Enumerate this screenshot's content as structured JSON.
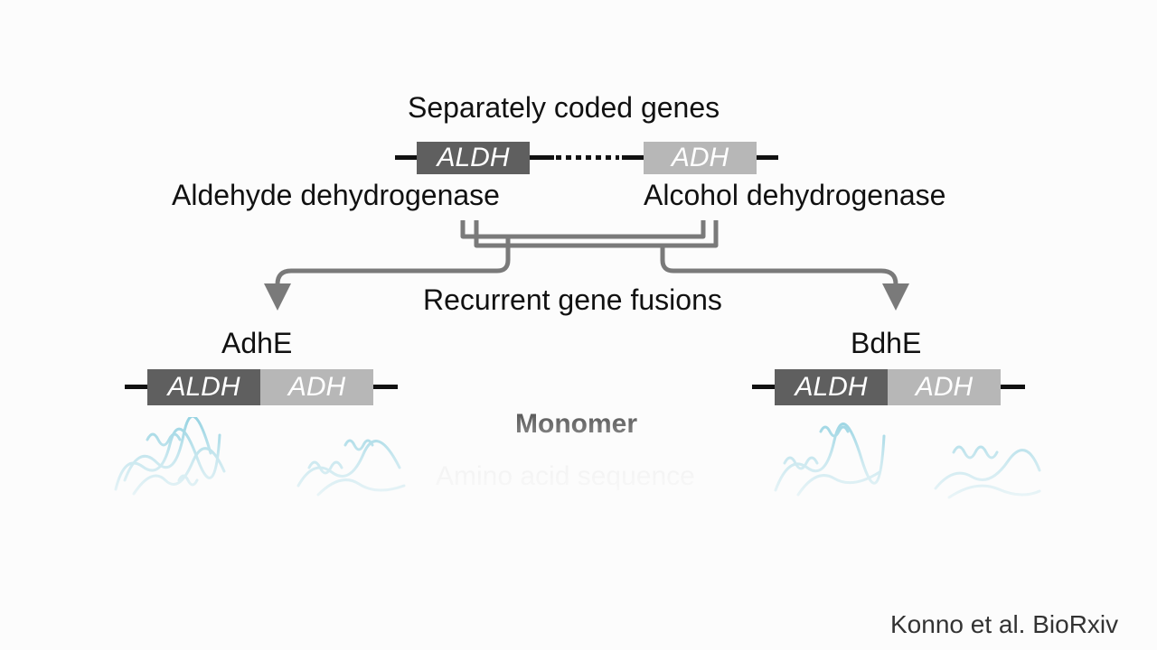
{
  "top": {
    "title": "Separately coded genes",
    "gene_left": "ALDH",
    "gene_right": "ADH",
    "label_left": "Aldehyde dehydrogenase",
    "label_right": "Alcohol dehydrogenase"
  },
  "middle": {
    "caption": "Recurrent gene fusions"
  },
  "left_fusion": {
    "name": "AdhE",
    "gene_a": "ALDH",
    "gene_b": "ADH"
  },
  "right_fusion": {
    "name": "BdhE",
    "gene_a": "ALDH",
    "gene_b": "ADH"
  },
  "bottom": {
    "monomer": "Monomer",
    "sequence": "Amino acid sequence"
  },
  "credit": "Konno et al. BioRxiv",
  "colors": {
    "aldh_box": "#5f5f5f",
    "adh_box": "#b7b7b7",
    "arrow": "#7a7a7a",
    "protein": "#8fd0e0"
  }
}
